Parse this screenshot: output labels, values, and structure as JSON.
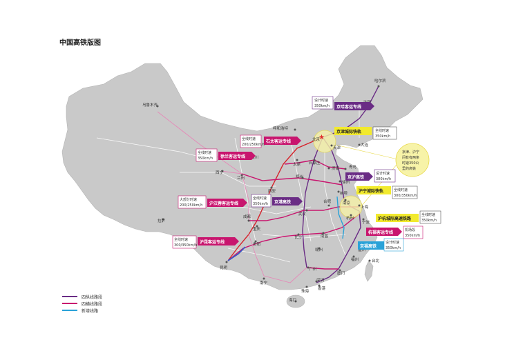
{
  "title": "中国高铁版图",
  "colors": {
    "land": "#c9c9c9",
    "coast": "#ffffff",
    "vertical": "#6a2c85",
    "horizontal": "#c8156e",
    "new": "#2aa2d8",
    "red_line": "#d6232b",
    "yellow": "#f2ea2e"
  },
  "cities": {
    "haerbin": "哈尔滨",
    "shenyang": "沈阳",
    "beijing": "北京",
    "tianjin": "天津",
    "dalian": "大连",
    "huhehaote": "呼和浩特",
    "taiyuan": "太原",
    "shijiazhuang": "石家庄",
    "jinan": "济南",
    "qingdao": "青岛",
    "yinchuan": "银川",
    "lanzhou": "兰州",
    "xining": "西宁",
    "xian": "西安",
    "zhengzhou": "郑州",
    "xuzhou": "徐州",
    "bengbu": "蚌埠",
    "hefei": "合肥",
    "wuhan": "武汉",
    "chengdu": "成都",
    "chongqing": "重庆",
    "changsha": "长沙",
    "nanchang": "南昌",
    "nanjing": "南京",
    "shanghai": "上海",
    "hangzhou": "杭州",
    "ningbo": "宁波",
    "wenzhou": "温州",
    "fuzhou": "福州",
    "xiamen": "厦门",
    "guiyang": "贵阳",
    "kunming": "昆明",
    "guangzhou": "广州",
    "shenzhen": "深圳",
    "hongkong": "香港",
    "zhuhai": "珠海",
    "nanning": "南宁",
    "haikou": "海口",
    "taibei": "台北",
    "wulumuqi": "乌鲁木齐",
    "lasa": "拉萨",
    "ganzhou": "赣州"
  },
  "tags": {
    "jingha": "京哈客运专线",
    "jingjin": "京津城际快轨",
    "shitai": "石太客运专线",
    "xulan": "徐兰客运专线",
    "jinghu": "京沪高铁",
    "huning": "沪宁城际快轨",
    "jinggang": "京港高铁",
    "huhanrong": "沪汉蓉客运专线",
    "hukun": "沪昆客运专线",
    "huhang": "沪杭城际高速铁路",
    "hangshen": "杭福客运专线",
    "jingfu": "京福高铁"
  },
  "notes": {
    "jingha": [
      "设计时速",
      "350km/h"
    ],
    "jingjin": [
      "全线时速",
      "350km/h"
    ],
    "shitai": [
      "全线时速",
      "200/250km/h"
    ],
    "xulan": [
      "全线时速",
      "350km/h"
    ],
    "jinghu": [
      "设计时速",
      "380km/h"
    ],
    "jinggang": [
      "全线时速",
      "350km/h"
    ],
    "huhanrong": [
      "大部分时速",
      "200/250km/h"
    ],
    "hukun": [
      "全线时速",
      "300/350km/h"
    ],
    "huning": [
      "全线时速",
      "300/350km/h"
    ],
    "huhang": [
      "全线时速",
      "350km/h"
    ],
    "hangshen": [
      "机场段",
      "350km/h"
    ],
    "jingfu": [
      "设计时速",
      "350km/h"
    ],
    "bubble": [
      "京津、沪宁",
      "间有有两条",
      "时速350公",
      "里的高铁"
    ]
  },
  "legend": [
    {
      "label": "四纵线路段",
      "color": "#6a2c85"
    },
    {
      "label": "四横线路段",
      "color": "#c8156e"
    },
    {
      "label": "新增线路",
      "color": "#2aa2d8"
    }
  ]
}
